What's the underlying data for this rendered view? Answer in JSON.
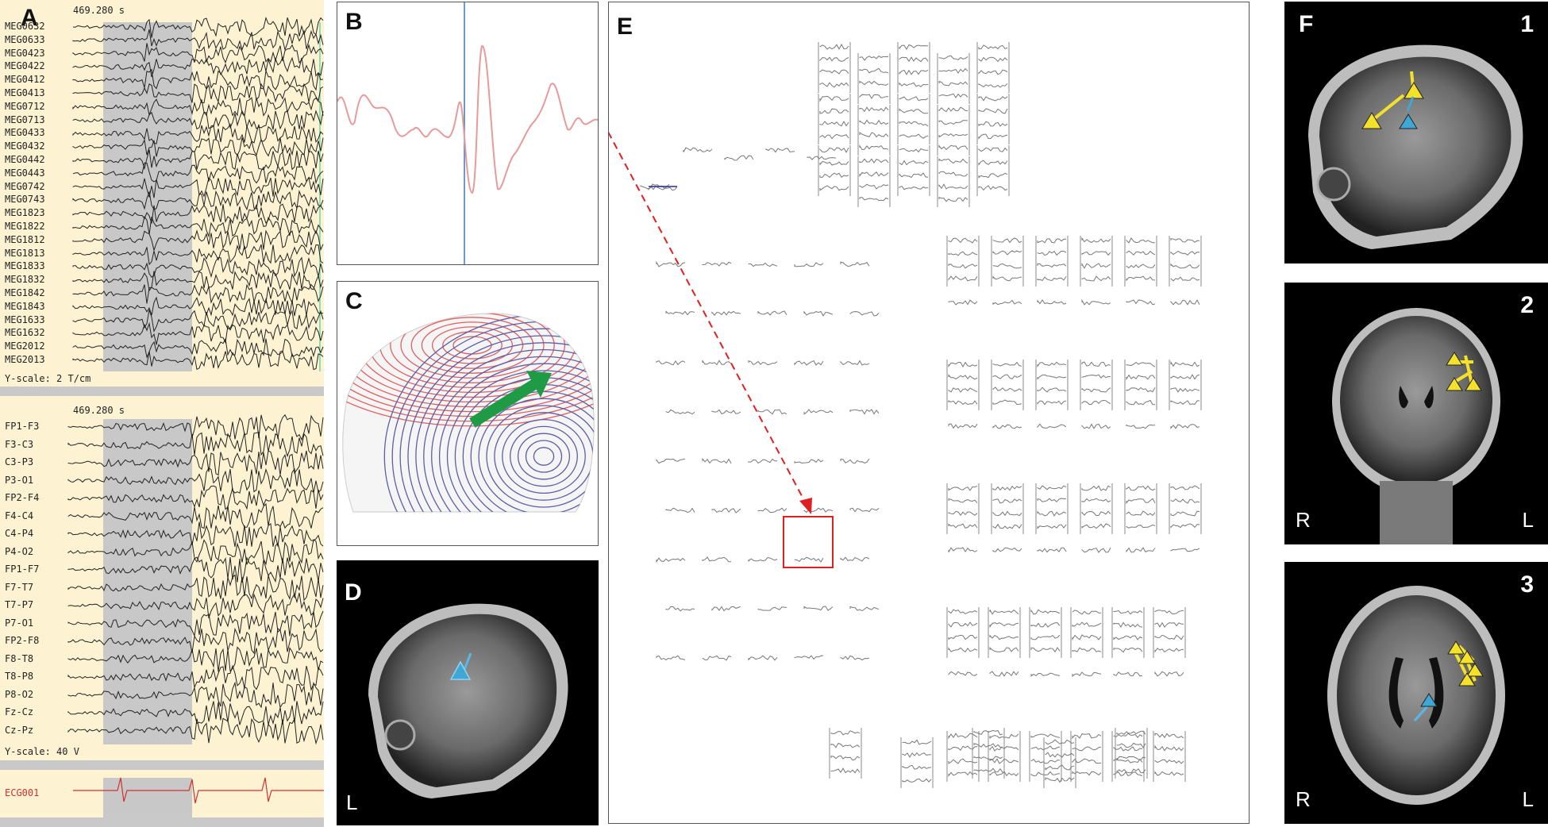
{
  "panels": {
    "a": "A",
    "b": "B",
    "c": "C",
    "d": "D",
    "e": "E",
    "f": "F"
  },
  "panel_a": {
    "meg_time": "469.280 s",
    "meg_channels": [
      "MEG0632",
      "MEG0633",
      "MEG0423",
      "MEG0422",
      "MEG0412",
      "MEG0413",
      "MEG0712",
      "MEG0713",
      "MEG0433",
      "MEG0432",
      "MEG0442",
      "MEG0443",
      "MEG0742",
      "MEG0743",
      "MEG1823",
      "MEG1822",
      "MEG1812",
      "MEG1813",
      "MEG1833",
      "MEG1832",
      "MEG1842",
      "MEG1843",
      "MEG1633",
      "MEG1632",
      "MEG2012",
      "MEG2013"
    ],
    "meg_scale": "Y-scale:  2 T/cm",
    "eeg_time": "469.280 s",
    "eeg_channels": [
      "FP1-F3",
      "F3-C3",
      "C3-P3",
      "P3-O1",
      "FP2-F4",
      "F4-C4",
      "C4-P4",
      "P4-O2",
      "FP1-F7",
      "F7-T7",
      "T7-P7",
      "P7-O1",
      "FP2-F8",
      "F8-T8",
      "T8-P8",
      "P8-O2",
      "Fz-Cz",
      "Cz-Pz"
    ],
    "eeg_scale": "Y-scale:  40 V",
    "ecg_channel": "ECG001"
  },
  "panel_d": {
    "orientation": "L"
  },
  "panel_f": {
    "items": [
      {
        "number": "1",
        "left": "",
        "right": ""
      },
      {
        "number": "2",
        "left": "R",
        "right": "L"
      },
      {
        "number": "3",
        "left": "R",
        "right": "L"
      }
    ]
  },
  "colors": {
    "yellow_marker": "#f3e12a",
    "blue_marker": "#3fa7d6",
    "highlight_box": "#e02020",
    "waveform": "#e89a9a",
    "dipole_arrow": "#1f9a45"
  }
}
